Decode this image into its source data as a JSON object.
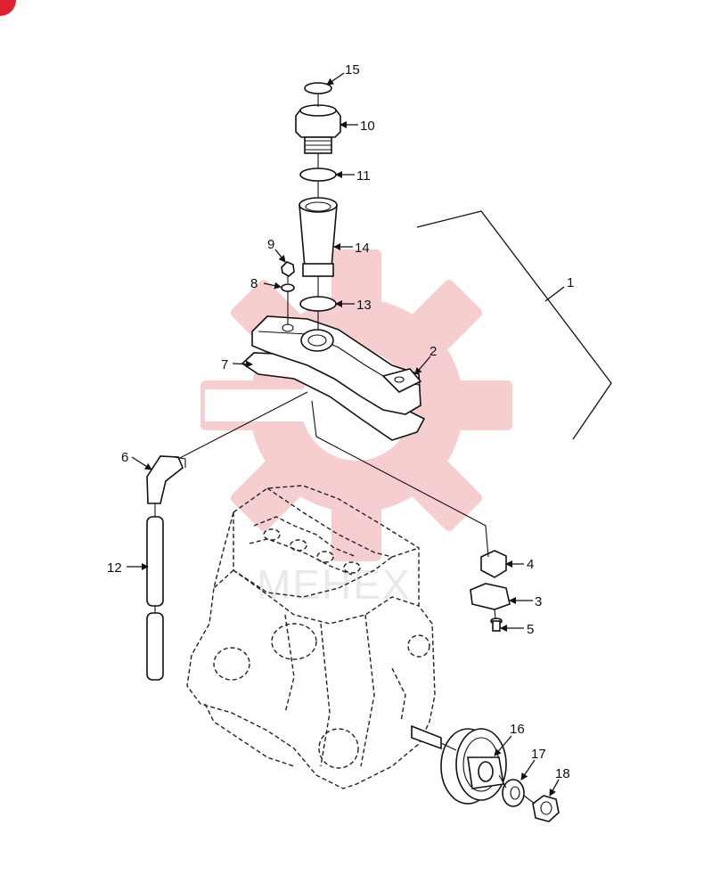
{
  "watermark": {
    "text": "MEHEX",
    "gear_color": "#f7c9cb",
    "badge_color": "#e0202e"
  },
  "callouts": [
    {
      "id": "c1",
      "label": "1"
    },
    {
      "id": "c2",
      "label": "2"
    },
    {
      "id": "c3",
      "label": "3"
    },
    {
      "id": "c4",
      "label": "4"
    },
    {
      "id": "c5",
      "label": "5"
    },
    {
      "id": "c6",
      "label": "6"
    },
    {
      "id": "c7",
      "label": "7"
    },
    {
      "id": "c8",
      "label": "8"
    },
    {
      "id": "c9",
      "label": "9"
    },
    {
      "id": "c10",
      "label": "10"
    },
    {
      "id": "c11",
      "label": "11"
    },
    {
      "id": "c12",
      "label": "12"
    },
    {
      "id": "c13",
      "label": "13"
    },
    {
      "id": "c14",
      "label": "14"
    },
    {
      "id": "c15",
      "label": "15"
    },
    {
      "id": "c16",
      "label": "16"
    },
    {
      "id": "c17",
      "label": "17"
    },
    {
      "id": "c18",
      "label": "18"
    }
  ]
}
